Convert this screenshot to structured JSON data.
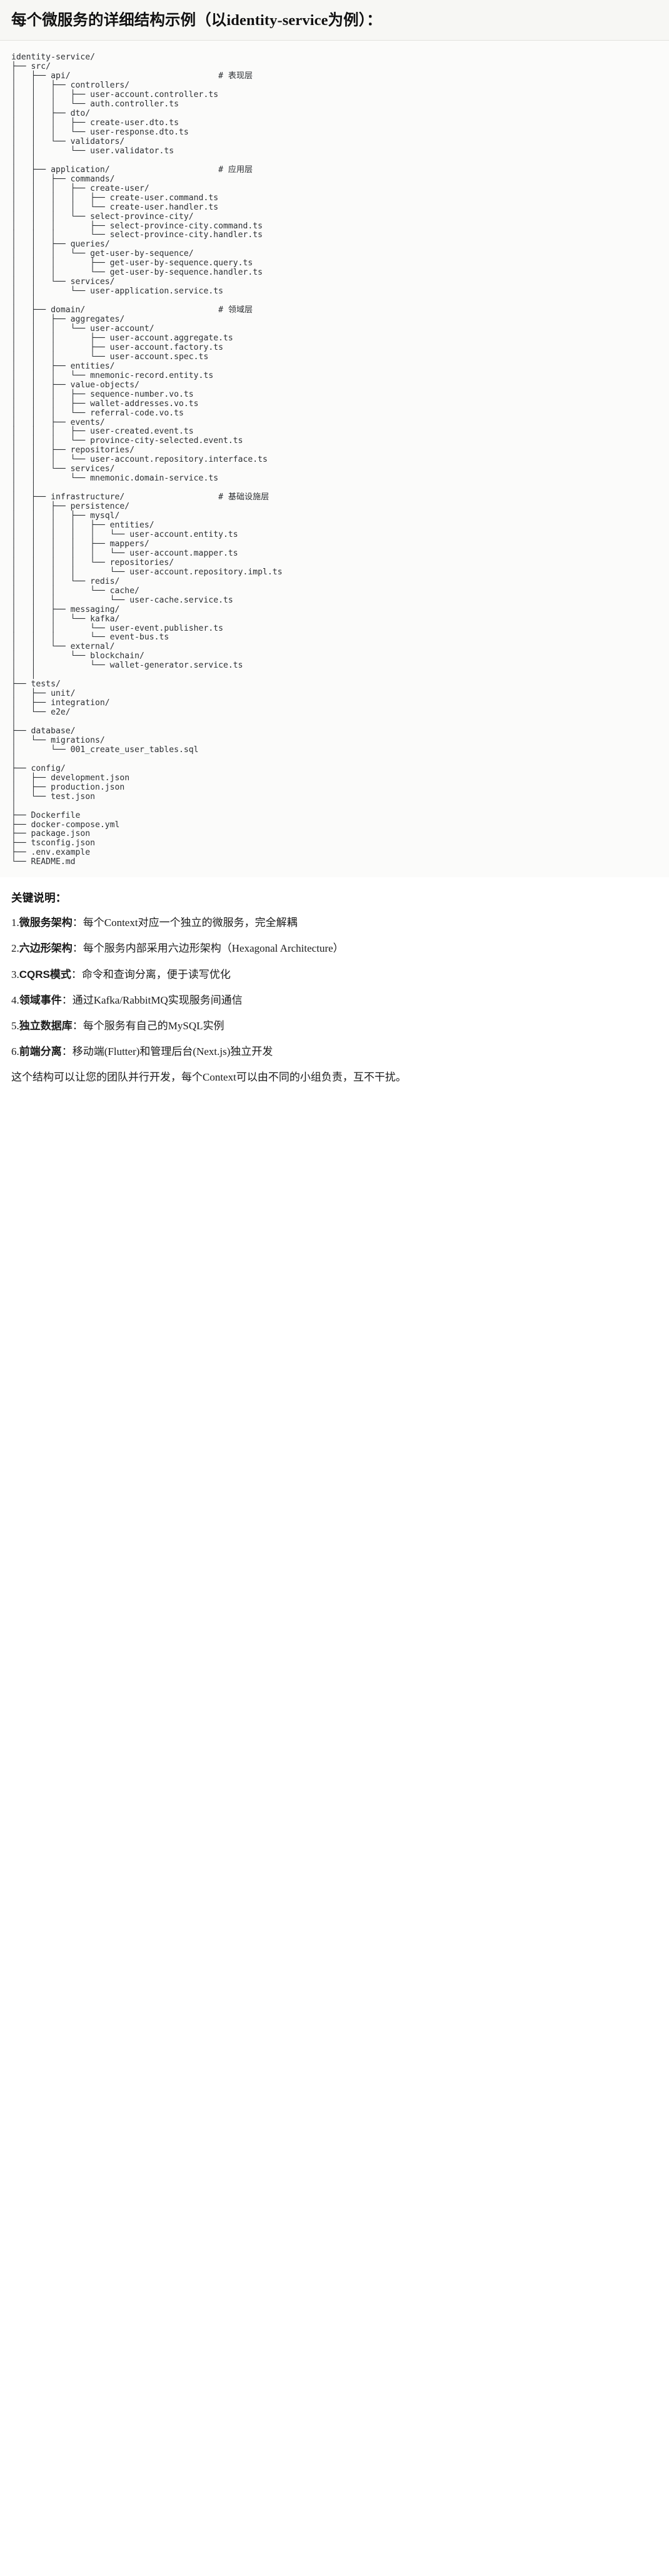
{
  "heading": {
    "text": "每个微服务的详细结构示例（以identity-service为例）："
  },
  "code_block": {
    "language": "text",
    "tree_text": "identity-service/\n├── src/\n│   ├── api/                              # 表现层\n│   │   ├── controllers/\n│   │   │   ├── user-account.controller.ts\n│   │   │   └── auth.controller.ts\n│   │   ├── dto/\n│   │   │   ├── create-user.dto.ts\n│   │   │   └── user-response.dto.ts\n│   │   └── validators/\n│   │       └── user.validator.ts\n│   │\n│   ├── application/                      # 应用层\n│   │   ├── commands/\n│   │   │   ├── create-user/\n│   │   │   │   ├── create-user.command.ts\n│   │   │   │   └── create-user.handler.ts\n│   │   │   └── select-province-city/\n│   │   │       ├── select-province-city.command.ts\n│   │   │       └── select-province-city.handler.ts\n│   │   ├── queries/\n│   │   │   └── get-user-by-sequence/\n│   │   │       ├── get-user-by-sequence.query.ts\n│   │   │       └── get-user-by-sequence.handler.ts\n│   │   └── services/\n│   │       └── user-application.service.ts\n│   │\n│   ├── domain/                           # 领域层\n│   │   ├── aggregates/\n│   │   │   └── user-account/\n│   │   │       ├── user-account.aggregate.ts\n│   │   │       ├── user-account.factory.ts\n│   │   │       └── user-account.spec.ts\n│   │   ├── entities/\n│   │   │   └── mnemonic-record.entity.ts\n│   │   ├── value-objects/\n│   │   │   ├── sequence-number.vo.ts\n│   │   │   ├── wallet-addresses.vo.ts\n│   │   │   └── referral-code.vo.ts\n│   │   ├── events/\n│   │   │   ├── user-created.event.ts\n│   │   │   └── province-city-selected.event.ts\n│   │   ├── repositories/\n│   │   │   └── user-account.repository.interface.ts\n│   │   └── services/\n│   │       └── mnemonic.domain-service.ts\n│   │\n│   ├── infrastructure/                   # 基础设施层\n│   │   ├── persistence/\n│   │   │   ├── mysql/\n│   │   │   │   ├── entities/\n│   │   │   │   │   └── user-account.entity.ts\n│   │   │   │   ├── mappers/\n│   │   │   │   │   └── user-account.mapper.ts\n│   │   │   │   └── repositories/\n│   │   │   │       └── user-account.repository.impl.ts\n│   │   │   └── redis/\n│   │   │       └── cache/\n│   │   │           └── user-cache.service.ts\n│   │   ├── messaging/\n│   │   │   └── kafka/\n│   │   │       └── user-event.publisher.ts\n│   │   │       └── event-bus.ts\n│   │   └── external/\n│   │       └── blockchain/\n│   │           └── wallet-generator.service.ts\n│   │\n├── tests/\n│   ├── unit/\n│   ├── integration/\n│   └── e2e/\n│\n├── database/\n│   └── migrations/\n│       └── 001_create_user_tables.sql\n│\n├── config/\n│   ├── development.json\n│   ├── production.json\n│   └── test.json\n│\n├── Dockerfile\n├── docker-compose.yml\n├── package.json\n├── tsconfig.json\n├── .env.example\n└── README.md"
  },
  "notes": {
    "title": "关键说明：",
    "items": [
      {
        "index": "1.",
        "term": "微服务架构",
        "sep": "：",
        "desc": "每个Context对应一个独立的微服务，完全解耦"
      },
      {
        "index": "2.",
        "term": "六边形架构",
        "sep": "：",
        "desc": "每个服务内部采用六边形架构（Hexagonal Architecture）"
      },
      {
        "index": "3.",
        "term": "CQRS模式",
        "sep": "：",
        "desc": "命令和查询分离，便于读写优化"
      },
      {
        "index": "4.",
        "term": "领域事件",
        "sep": "：",
        "desc": "通过Kafka/RabbitMQ实现服务间通信"
      },
      {
        "index": "5.",
        "term": "独立数据库",
        "sep": "：",
        "desc": "每个服务有自己的MySQL实例"
      },
      {
        "index": "6.",
        "term": "前端分离",
        "sep": "：",
        "desc": "移动端(Flutter)和管理后台(Next.js)独立开发"
      }
    ],
    "closing": "这个结构可以让您的团队并行开发，每个Context可以由不同的小组负责，互不干扰。"
  },
  "colors": {
    "page_background": "#ffffff",
    "heading_background": "#f7f7f4",
    "heading_border": "#e3e3de",
    "code_background": "#fbfbfa",
    "code_text": "#2c2f33",
    "body_text": "#1b1b1b"
  }
}
